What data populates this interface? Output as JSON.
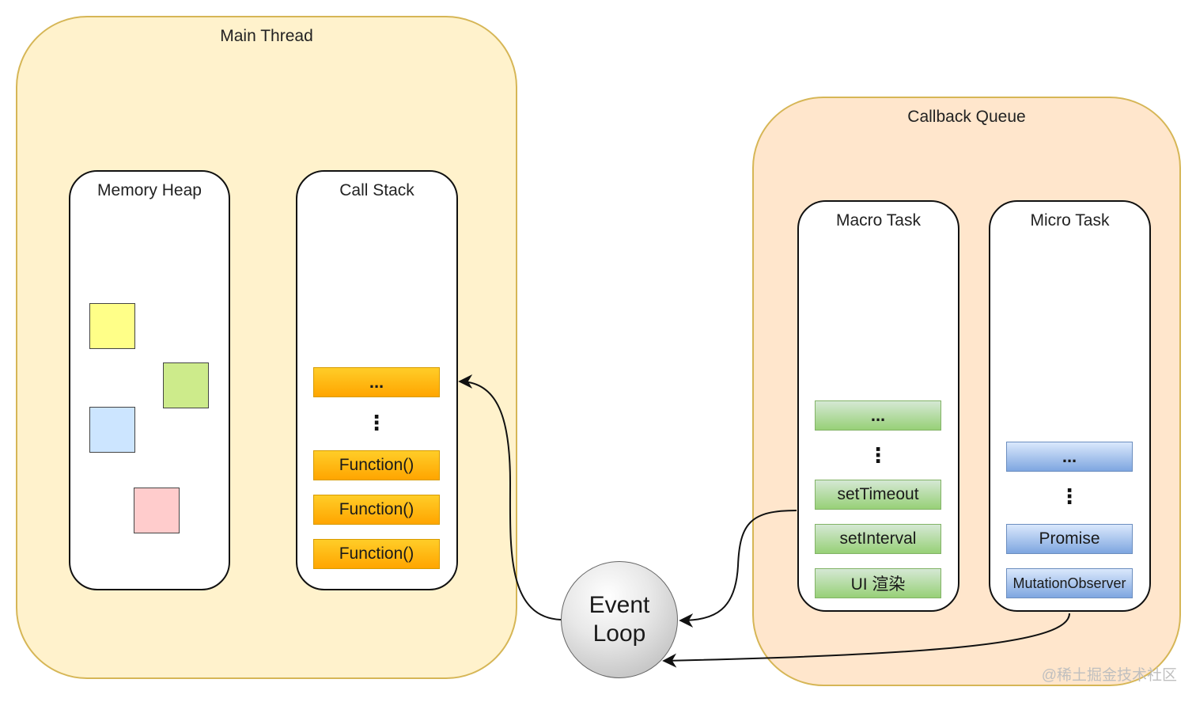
{
  "main_thread": {
    "title": "Main Thread",
    "memory_heap": {
      "title": "Memory Heap"
    },
    "call_stack": {
      "title": "Call Stack",
      "top": "...",
      "ellipsis": "⋮",
      "items": [
        "Function()",
        "Function()",
        "Function()"
      ]
    },
    "colors": {
      "fill": "#fff2cc",
      "stroke": "#d6b656"
    }
  },
  "callback_queue": {
    "title": "Callback Queue",
    "macro_task": {
      "title": "Macro Task",
      "top": "...",
      "ellipsis": "⋮",
      "items": [
        "setTimeout",
        "setInterval",
        "UI 渲染"
      ]
    },
    "micro_task": {
      "title": "Micro Task",
      "top": "...",
      "ellipsis": "⋮",
      "items": [
        "Promise",
        "MutationObserver"
      ]
    },
    "colors": {
      "fill": "#ffe6cc",
      "stroke": "#d6b656"
    }
  },
  "event_loop": {
    "line1": "Event",
    "line2": "Loop"
  },
  "heap_block_colors": [
    "#ffff88",
    "#cdeb8b",
    "#cce5ff",
    "#ffcccc"
  ],
  "watermark": "@稀土掘金技术社区"
}
